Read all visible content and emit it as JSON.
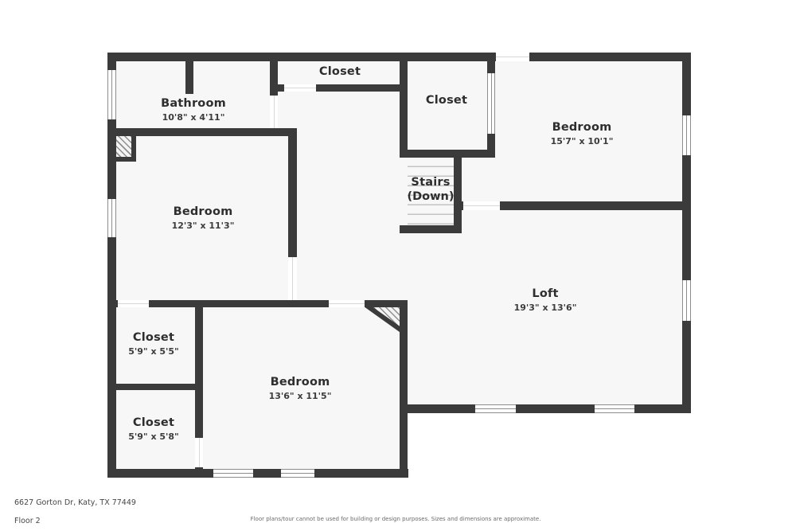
{
  "plan": {
    "wall_color": "#3b3b3b",
    "room_fill": "#f7f7f7",
    "rooms": [
      {
        "id": "bathroom",
        "name": "Bathroom",
        "dims": "10'8\" x 4'11\""
      },
      {
        "id": "closet-top",
        "name": "Closet",
        "dims": ""
      },
      {
        "id": "closet-mid",
        "name": "Closet",
        "dims": ""
      },
      {
        "id": "bedroom-top-right",
        "name": "Bedroom",
        "dims": "15'7\" x 10'1\""
      },
      {
        "id": "bedroom-left",
        "name": "Bedroom",
        "dims": "12'3\" x 11'3\""
      },
      {
        "id": "stairs",
        "name": "Stairs",
        "dims": "(Down)"
      },
      {
        "id": "loft",
        "name": "Loft",
        "dims": "19'3\" x 13'6\""
      },
      {
        "id": "closet-1",
        "name": "Closet",
        "dims": "5'9\" x 5'5\""
      },
      {
        "id": "closet-2",
        "name": "Closet",
        "dims": "5'9\" x 5'8\""
      },
      {
        "id": "bedroom-bottom",
        "name": "Bedroom",
        "dims": "13'6\" x 11'5\""
      }
    ]
  },
  "footer": {
    "address": "6627 Gorton Dr, Katy, TX 77449",
    "floor_label": "Floor 2",
    "disclaimer": "Floor plans/tour cannot be used for building or design purposes. Sizes and dimensions are approximate."
  }
}
